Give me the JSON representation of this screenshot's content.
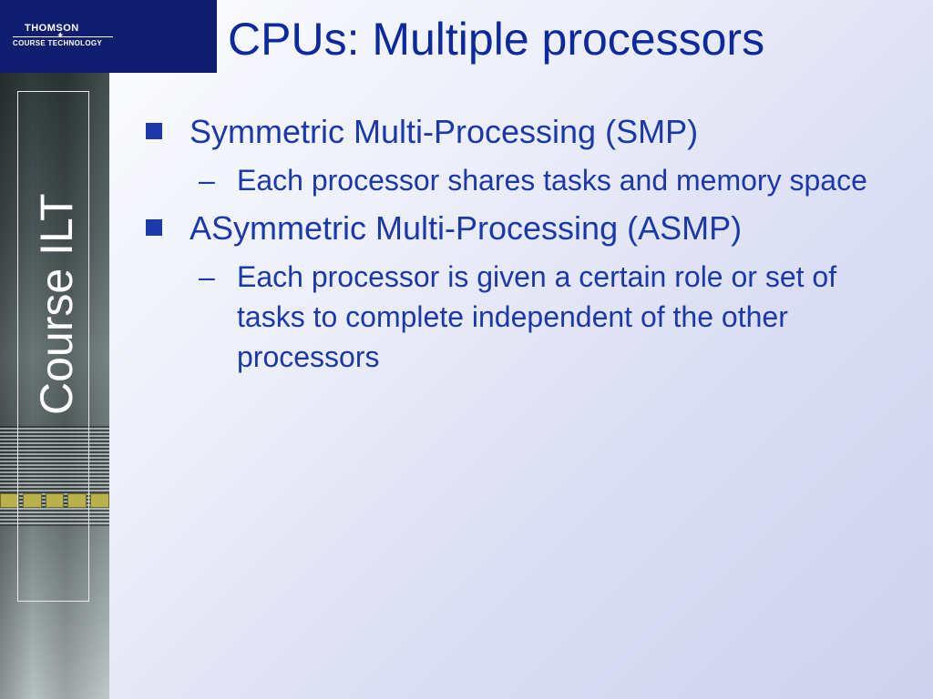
{
  "logo": {
    "line1": "THOMSON",
    "line2": "COURSE TECHNOLOGY"
  },
  "sidebar": {
    "label": "Course ILT"
  },
  "slide": {
    "title": "CPUs: Multiple processors",
    "bullets": [
      {
        "text": "Symmetric Multi-Processing (SMP)",
        "sub": "Each processor shares tasks and memory space"
      },
      {
        "text": "ASymmetric Multi-Processing (ASMP)",
        "sub": "Each processor is given a certain role or set of tasks to complete independent of the other processors"
      }
    ],
    "sub_marker": "–"
  },
  "colors": {
    "title": "#0d2a9c",
    "body": "#1b39a8",
    "logo_bg": "#0f1e6e"
  }
}
